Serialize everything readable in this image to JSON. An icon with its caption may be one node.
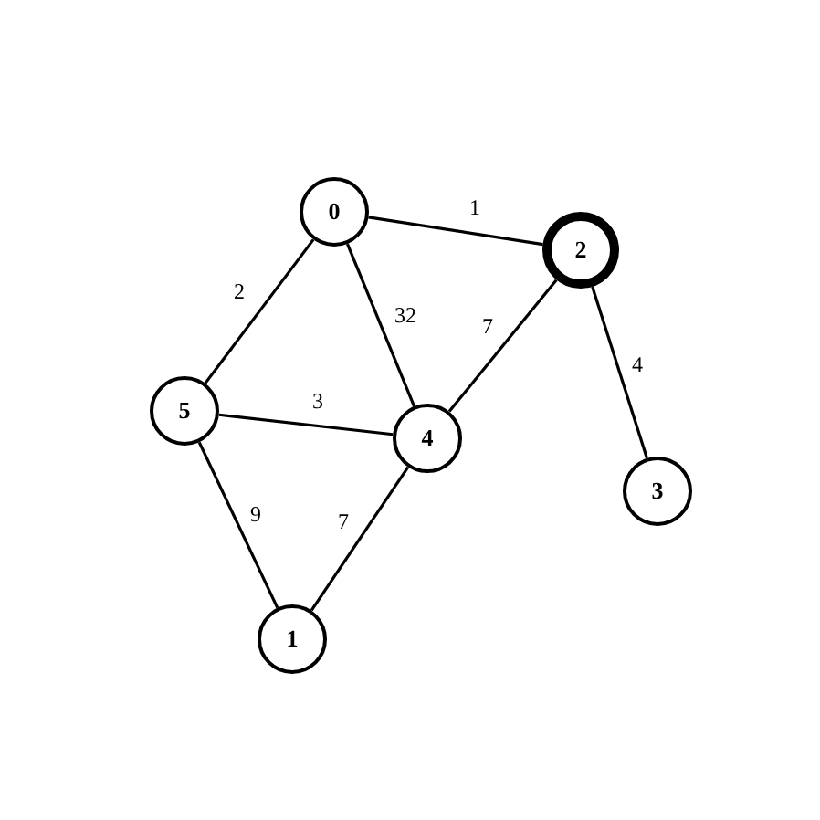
{
  "diagram": {
    "nodes": [
      {
        "text": [
          "0"
        ]
      },
      {
        "text": [
          "2"
        ]
      },
      {
        "text": [
          "5"
        ]
      },
      {
        "text": [
          "4"
        ]
      },
      {
        "text": [
          "3"
        ]
      },
      {
        "text": [
          "1"
        ]
      }
    ],
    "edges": [
      {
        "from": 0,
        "to": 1,
        "arrow": "none",
        "label": "1"
      },
      {
        "from": 0,
        "to": 2,
        "arrow": "none",
        "label": "2"
      },
      {
        "from": 0,
        "to": 3,
        "arrow": "none",
        "label": "32"
      },
      {
        "from": 1,
        "to": 3,
        "arrow": "none",
        "label": "7"
      },
      {
        "from": 1,
        "to": 4,
        "arrow": "none",
        "label": "4"
      },
      {
        "from": 2,
        "to": 3,
        "arrow": "none",
        "label": "3"
      },
      {
        "from": 2,
        "to": 5,
        "arrow": "none",
        "label": "9"
      },
      {
        "from": 3,
        "to": 5,
        "arrow": "none",
        "label": "7"
      }
    ]
  }
}
